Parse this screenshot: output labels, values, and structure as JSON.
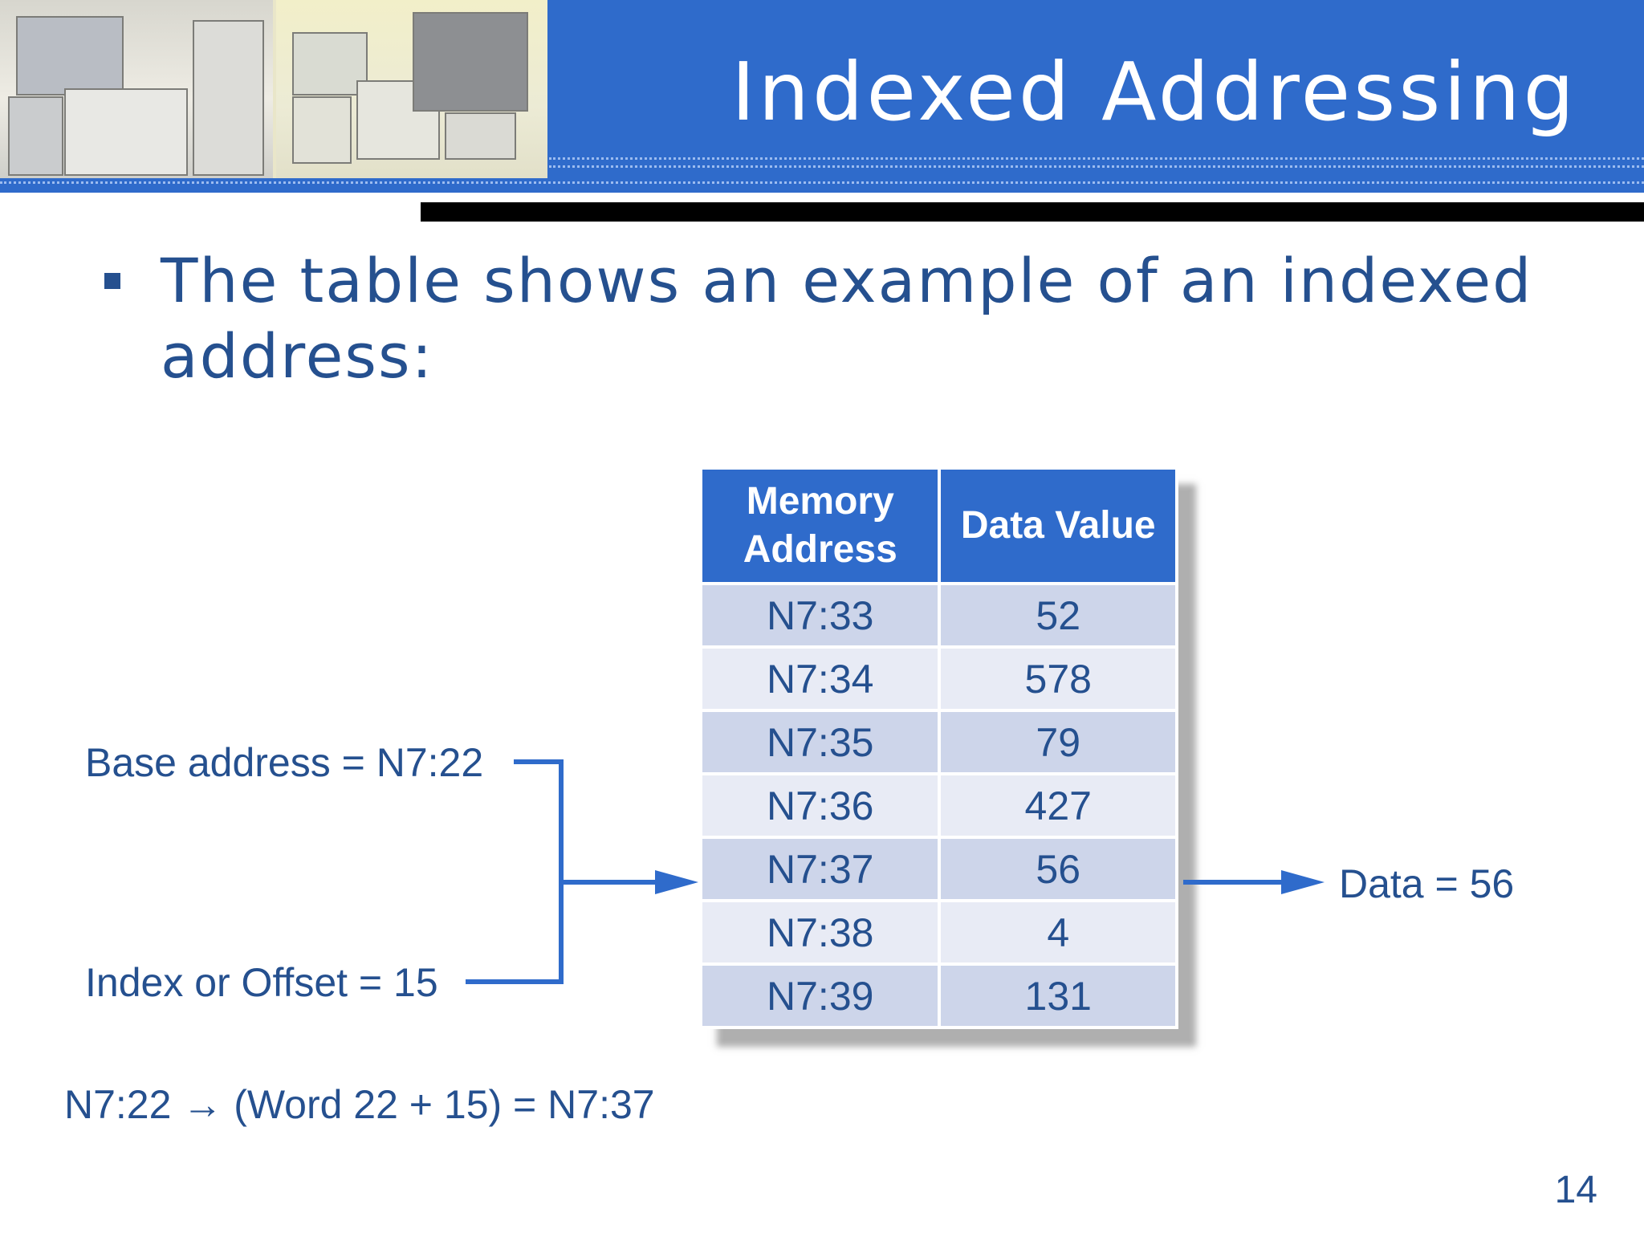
{
  "slide": {
    "title": "Indexed Addressing",
    "bullet": "The table shows an example of an indexed address:",
    "page_number": "14"
  },
  "table": {
    "headers": [
      "Memory Address",
      "Data Value"
    ],
    "rows": [
      {
        "address": "N7:33",
        "value": "52"
      },
      {
        "address": "N7:34",
        "value": "578"
      },
      {
        "address": "N7:35",
        "value": "79"
      },
      {
        "address": "N7:36",
        "value": "427"
      },
      {
        "address": "N7:37",
        "value": "56"
      },
      {
        "address": "N7:38",
        "value": "4"
      },
      {
        "address": "N7:39",
        "value": "131"
      }
    ]
  },
  "diagram": {
    "base_label": "Base address = N7:22",
    "offset_label": "Index or Offset = 15",
    "result_label": "Data = 56",
    "formula": "N7:22 → (Word 22 + 15) = N7:37"
  },
  "colors": {
    "header_blue": "#2f6bcb",
    "text_blue": "#25508f",
    "row_dark": "#cdd5ea",
    "row_light": "#e8ebf5"
  },
  "images": {
    "header_photo": "plc-hardware-photo"
  }
}
